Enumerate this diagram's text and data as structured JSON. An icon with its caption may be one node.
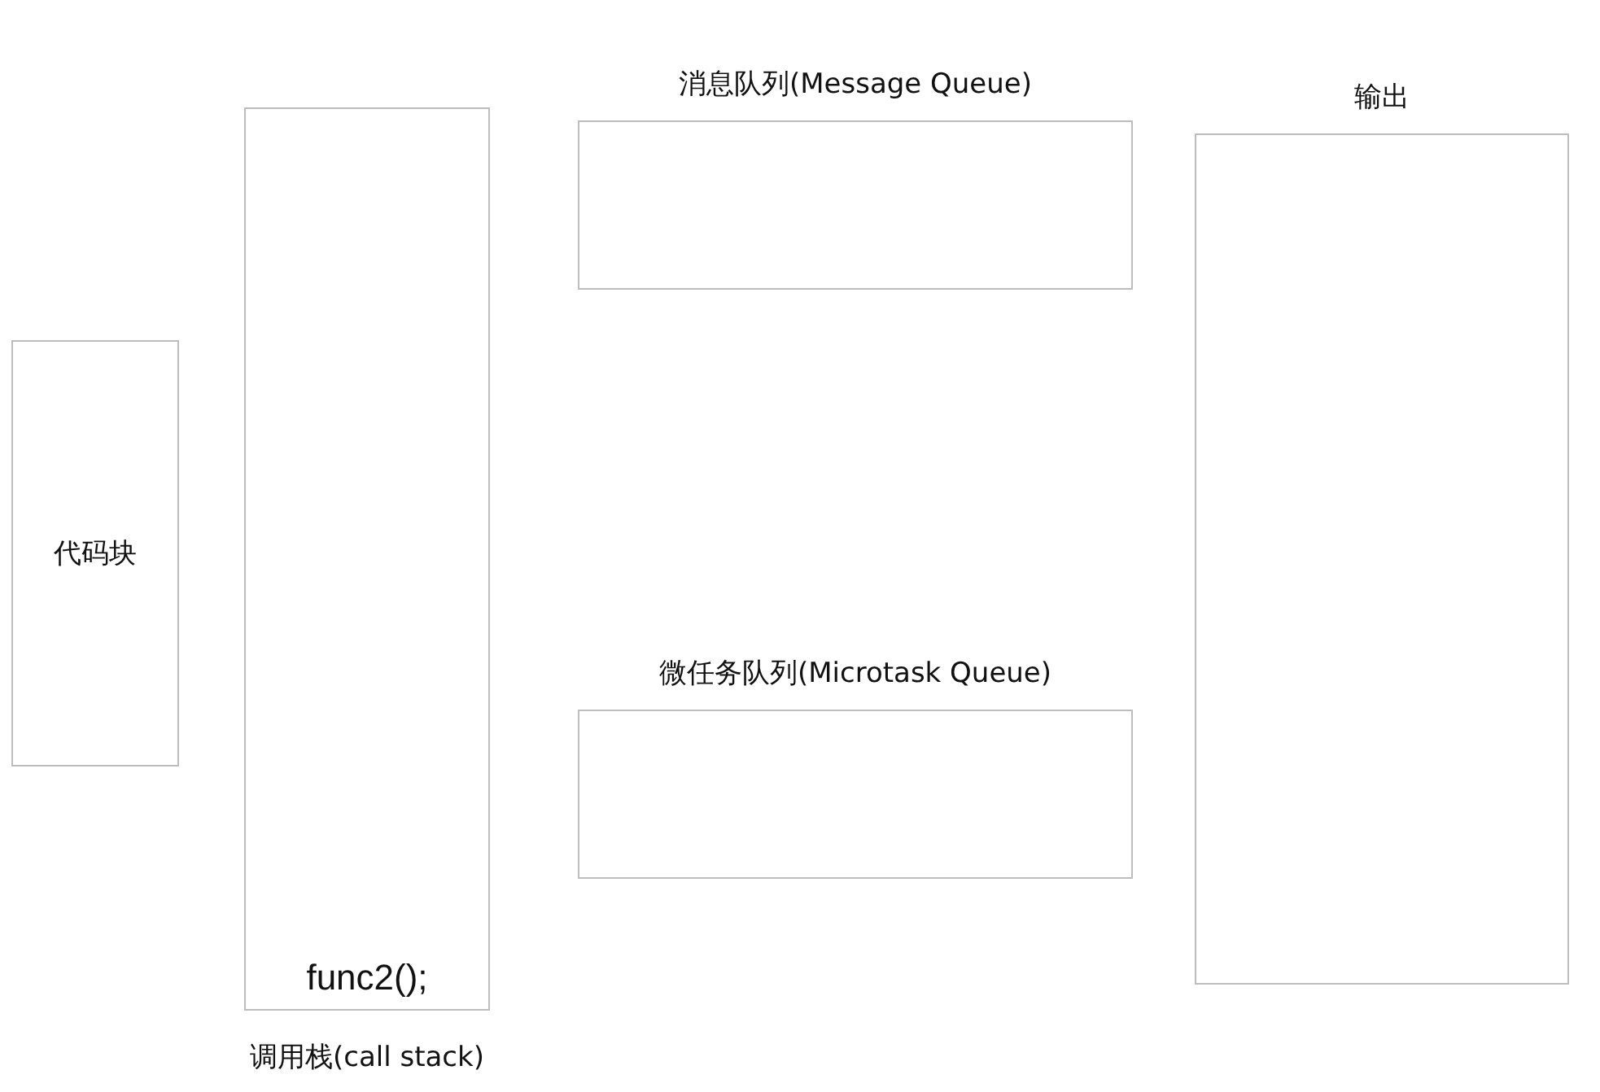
{
  "diagram": {
    "nodes": [
      {
        "text": [
          "代码块"
        ]
      },
      {
        "text": [
          "func2();",
          "调用栈(call stack)"
        ]
      },
      {
        "text": [
          "消息队列(Message Queue)"
        ]
      },
      {
        "text": [
          "微任务队列(Microtask Queue)"
        ]
      },
      {
        "text": [
          "输出"
        ]
      }
    ]
  }
}
